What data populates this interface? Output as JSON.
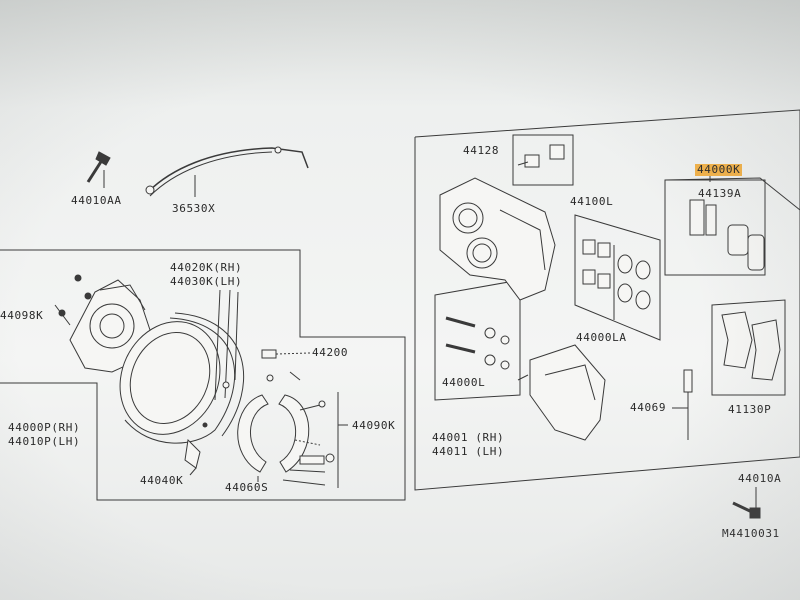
{
  "diagram": {
    "labels": {
      "p44010AA": "44010AA",
      "p36530X": "36530X",
      "p44020K": "44020K(RH)",
      "p44030K": "44030K(LH)",
      "p44098K": "44098K",
      "p44200": "44200",
      "p44000P": "44000P(RH)",
      "p44010P": "44010P(LH)",
      "p44090K": "44090K",
      "p44040K": "44040K",
      "p44060S": "44060S",
      "p44128": "44128",
      "p44100L": "44100L",
      "p44000LA": "44000LA",
      "p44000L": "44000L",
      "p44001": "44001 (RH)",
      "p44011": "44011 (LH)",
      "p44069": "44069",
      "p44000K": "44000K",
      "p44139A": "44139A",
      "p41130P": "41130P",
      "p44010A": "44010A",
      "pM4410031": "M4410031"
    },
    "highlight_color": "#f2b24a",
    "line_color": "#3a3a3a"
  }
}
